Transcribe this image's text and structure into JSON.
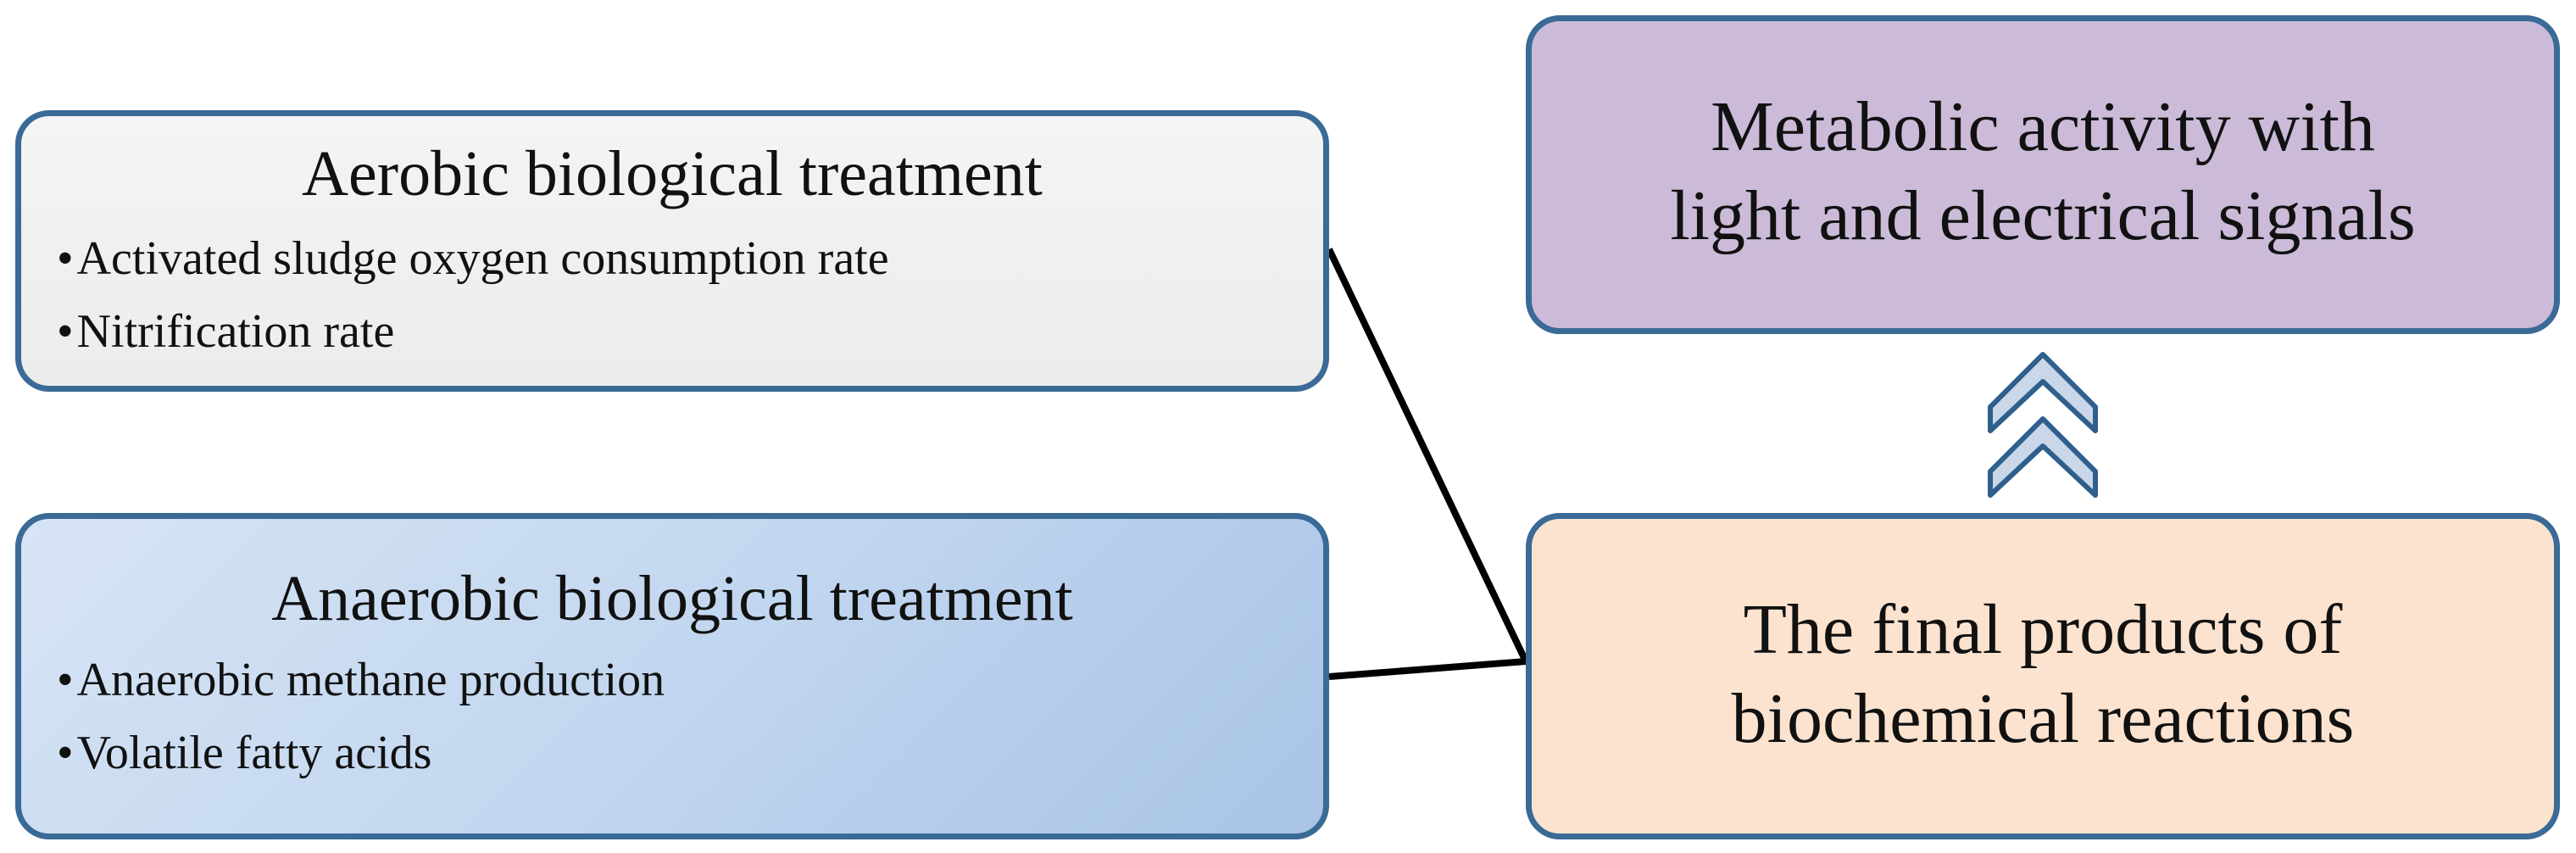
{
  "colors": {
    "border": "#3a6a96",
    "aerobic_fill": "#f0f0f0",
    "anaerobic_fill": "#c4d8f0",
    "final_fill": "#fbe3cf",
    "metabolic_fill": "#cbbbd9",
    "chevron_fill": "#c9d7e8",
    "connector": "#000000"
  },
  "aerobic": {
    "title": "Aerobic biological treatment",
    "bullets": [
      "Activated sludge oxygen consumption rate",
      "Nitrification rate"
    ]
  },
  "anaerobic": {
    "title": "Anaerobic biological treatment",
    "bullets": [
      "Anaerobic methane production",
      "Volatile fatty acids"
    ]
  },
  "final_products": {
    "lines": [
      "The final products of",
      "biochemical reactions"
    ]
  },
  "metabolic": {
    "lines": [
      "Metabolic activity with",
      "light and electrical signals"
    ]
  },
  "icons": {
    "up_arrow": "double-chevron-up-icon"
  }
}
